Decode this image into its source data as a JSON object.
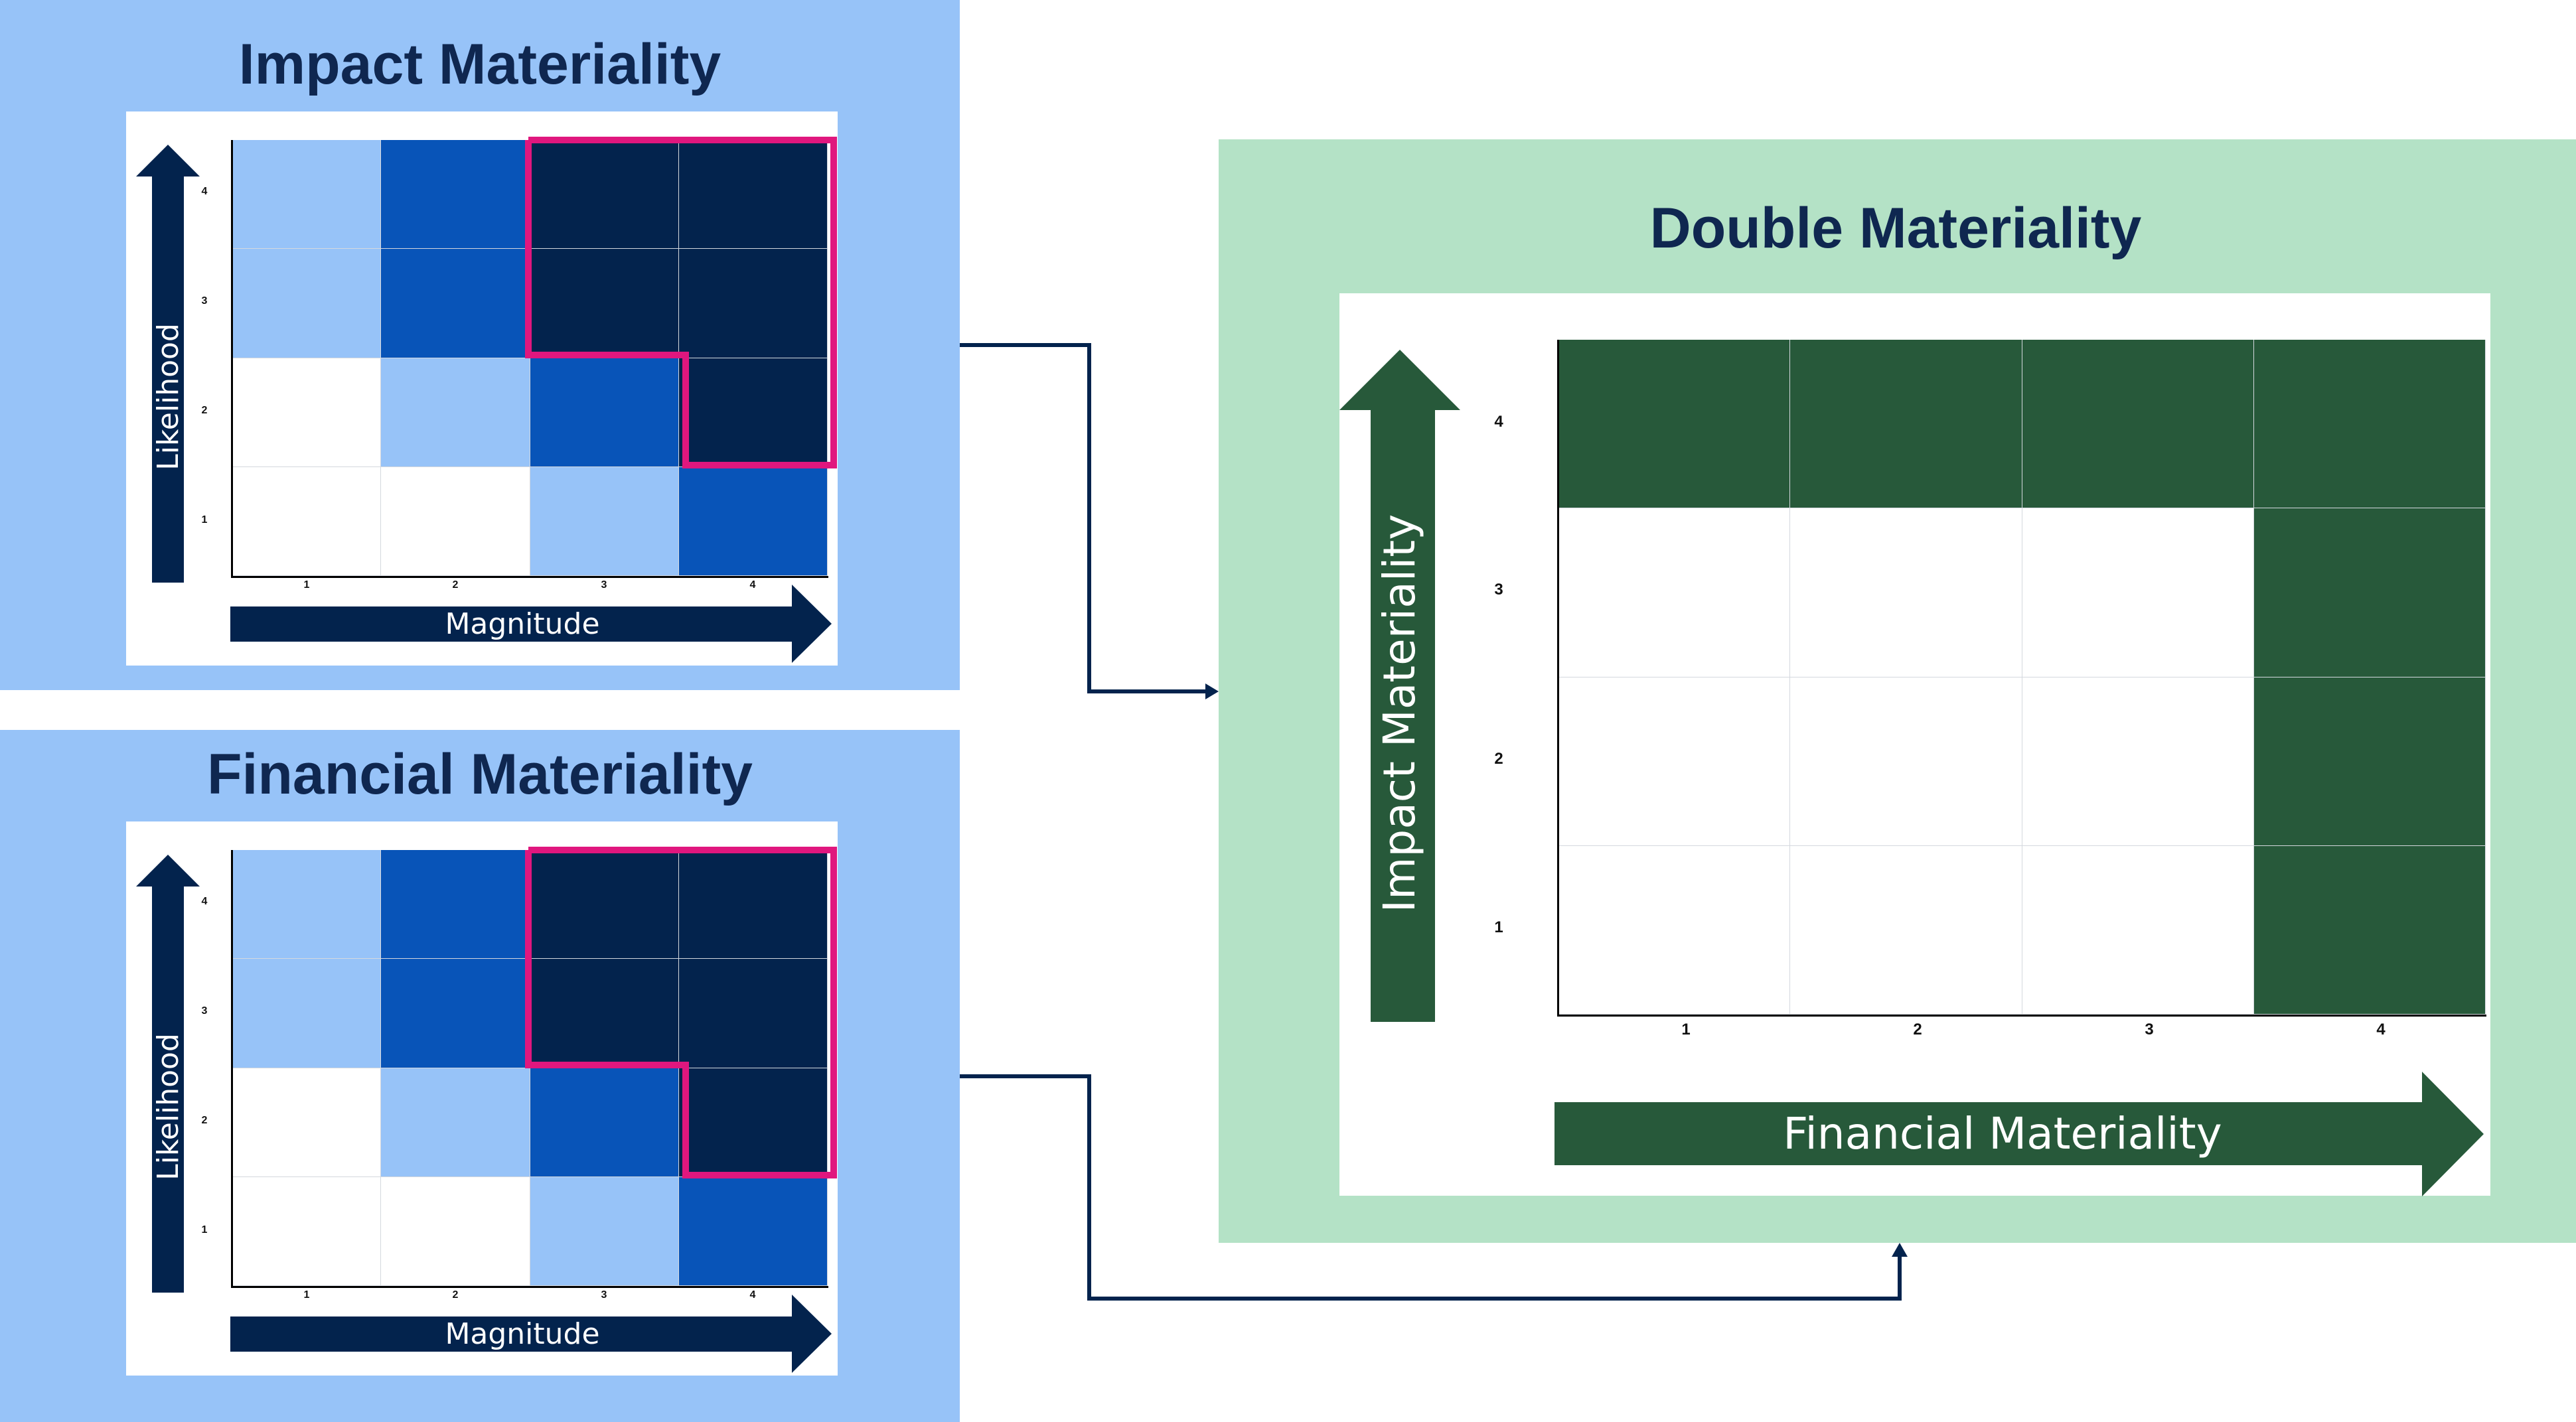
{
  "impact": {
    "title": "Impact Materiality",
    "y_label": "Likelihood",
    "x_label": "Magnitude",
    "y_ticks": [
      "4",
      "3",
      "2",
      "1"
    ],
    "x_ticks": [
      "1",
      "2",
      "3",
      "4"
    ],
    "matrix": [
      [
        "l",
        "m",
        "d",
        "d"
      ],
      [
        "l",
        "m",
        "d",
        "d"
      ],
      [
        "w",
        "l",
        "m",
        "d"
      ],
      [
        "w",
        "w",
        "l",
        "m"
      ]
    ]
  },
  "financial": {
    "title": "Financial Materiality",
    "y_label": "Likelihood",
    "x_label": "Magnitude",
    "y_ticks": [
      "4",
      "3",
      "2",
      "1"
    ],
    "x_ticks": [
      "1",
      "2",
      "3",
      "4"
    ],
    "matrix": [
      [
        "l",
        "m",
        "d",
        "d"
      ],
      [
        "l",
        "m",
        "d",
        "d"
      ],
      [
        "w",
        "l",
        "m",
        "d"
      ],
      [
        "w",
        "w",
        "l",
        "m"
      ]
    ]
  },
  "double": {
    "title": "Double Materiality",
    "y_label": "Impact Materiality",
    "x_label": "Financial Materiality",
    "y_ticks": [
      "4",
      "3",
      "2",
      "1"
    ],
    "x_ticks": [
      "1",
      "2",
      "3",
      "4"
    ],
    "matrix": [
      [
        "g",
        "g",
        "g",
        "g"
      ],
      [
        "w",
        "w",
        "w",
        "g"
      ],
      [
        "w",
        "w",
        "w",
        "g"
      ],
      [
        "w",
        "w",
        "w",
        "g"
      ]
    ]
  },
  "colors": {
    "panel_blue": "#97c3f8",
    "panel_green": "#b4e2c6",
    "cell_light": "#97c3f8",
    "cell_medium": "#0854b8",
    "cell_dark": "#03234d",
    "cell_green": "#27593a",
    "highlight_outline": "#e0177e",
    "navy_arrow": "#03234d"
  }
}
